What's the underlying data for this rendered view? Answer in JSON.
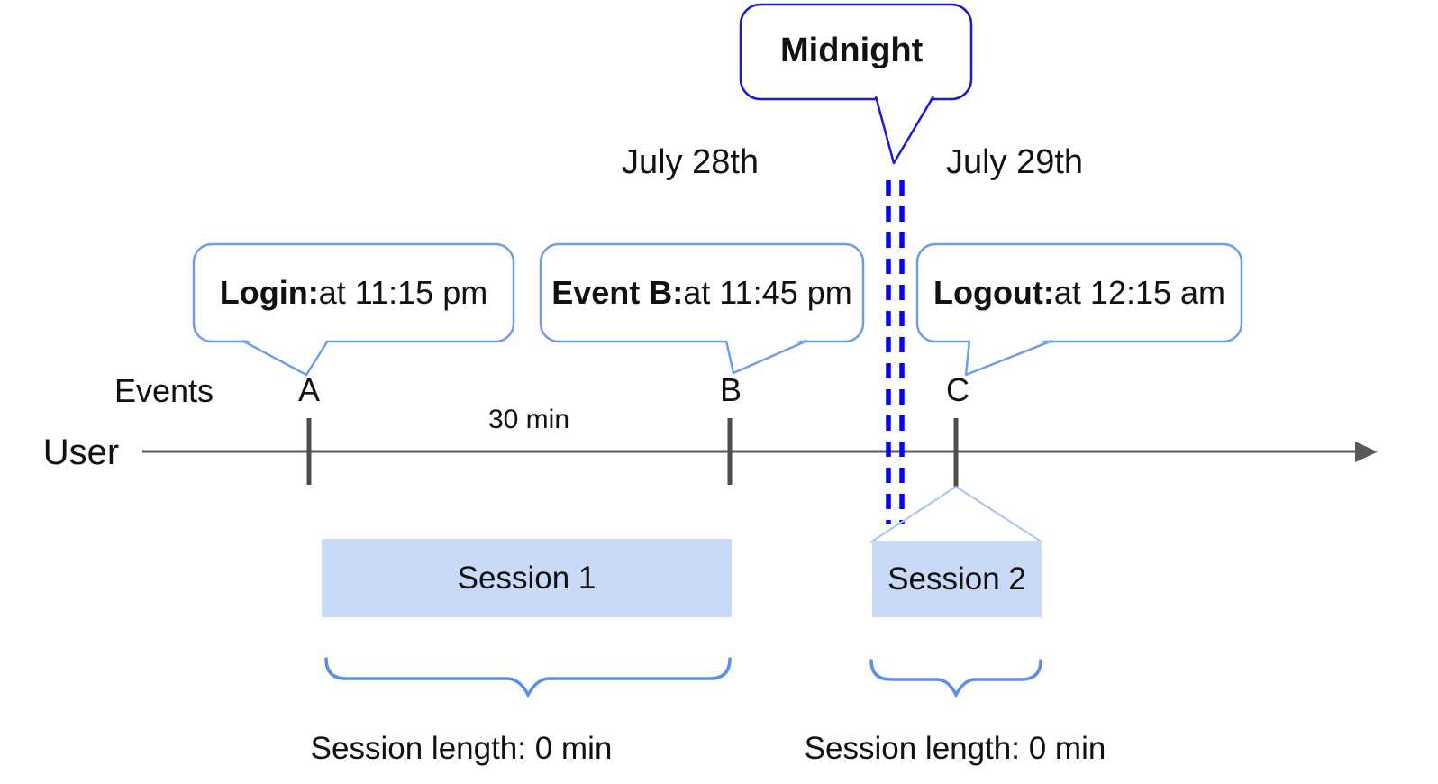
{
  "diagram": {
    "midnight_callout": "Midnight",
    "dates": {
      "left": "July 28th",
      "right": "July 29th"
    },
    "axis": {
      "events_label": "Events",
      "user_label": "User",
      "interval_label": "30 min"
    },
    "events": [
      {
        "marker": "A",
        "label": "Login:",
        "detail": "at 11:15 pm"
      },
      {
        "marker": "B",
        "label": "Event B:",
        "detail": "at 11:45 pm"
      },
      {
        "marker": "C",
        "label": "Logout:",
        "detail": "at 12:15 am"
      }
    ],
    "sessions": [
      {
        "name": "Session 1",
        "length": "Session length: 0 min"
      },
      {
        "name": "Session 2",
        "length": "Session length: 0 min"
      }
    ],
    "colors": {
      "midnight_bubble_border": "#1a1ad9",
      "midnight_divider_blue": "#0505f0",
      "callout_border_blue": "#6d9eeb",
      "session_fill_blue": "#c9daf8",
      "brace_blue": "#5b8def",
      "connector_light_blue": "#a7c4f2",
      "timeline_gray": "#595959",
      "tick_gray": "#4d4d4d",
      "text_black": "#111111"
    }
  }
}
